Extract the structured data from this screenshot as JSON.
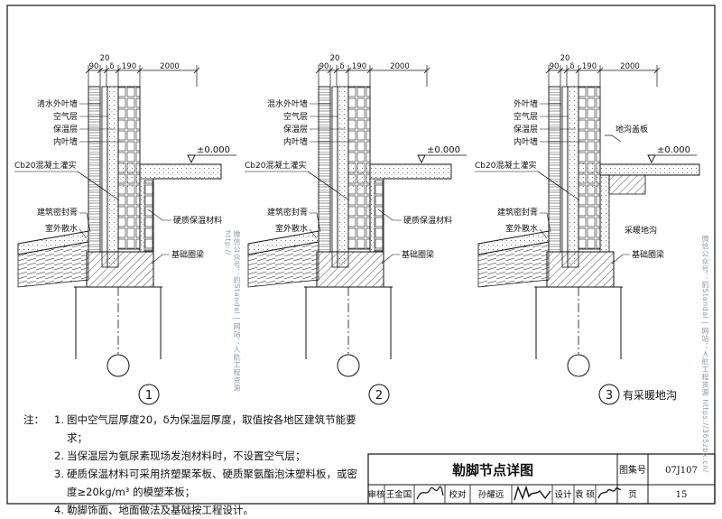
{
  "drawing": {
    "dims": {
      "d20": "20",
      "d90": "90",
      "dd": "δ",
      "d190": "190",
      "d2000": "2000"
    },
    "elevation": "±0.000",
    "details": [
      {
        "number": "1",
        "caption": "",
        "wall_layers": [
          "清水外叶墙",
          "空气层",
          "保温层",
          "内叶墙"
        ],
        "fill_label": "Cb20混凝土灌实",
        "sealant_label": "建筑密封膏",
        "apron_label": "室外散水",
        "insulation_label": "硬质保温材料",
        "ring_beam_label": "基础圈梁"
      },
      {
        "number": "2",
        "caption": "",
        "wall_layers": [
          "混水外叶墙",
          "空气层",
          "保温层",
          "内叶墙"
        ],
        "fill_label": "Cb20混凝土灌实",
        "sealant_label": "建筑密封膏",
        "apron_label": "室外散水",
        "insulation_label": "硬质保温材料",
        "ring_beam_label": "基础圈梁"
      },
      {
        "number": "3",
        "caption": "有采暖地沟",
        "wall_layers": [
          "外叶墙",
          "空气层",
          "保温层",
          "内叶墙"
        ],
        "fill_label": "Cb20混凝土灌实",
        "sealant_label": "建筑密封膏",
        "apron_label": "室外散水",
        "trench_cover_label": "地沟盖板",
        "trench_label": "采暖地沟",
        "ring_beam_label": "基础圈梁"
      }
    ]
  },
  "notes": {
    "lead": "注：",
    "items": [
      {
        "num": "1.",
        "text": "图中空气层厚度20，δ为保温层厚度，取值按各地区建筑节能要求；"
      },
      {
        "num": "2.",
        "text": "当保温层为氨尿素现场发泡材料时，不设置空气层；"
      },
      {
        "num": "3.",
        "text": "硬质保温材料可采用挤塑聚苯板、硬质聚氨酯泡沫塑料板，或密"
      },
      {
        "num": "",
        "text": "度≥20kg/m³ 的模塑苯板；"
      },
      {
        "num": "4.",
        "text": "勒脚饰面、地面做法及基础按工程设计。"
      }
    ]
  },
  "title_block": {
    "title": "勒脚节点详图",
    "set_label": "图集号",
    "set_no": "07J107",
    "review_label": "审核",
    "reviewer": "王金国",
    "check_label": "校对",
    "checker": "孙耀远",
    "design_label": "设计",
    "designer": "袁 硕",
    "page_label": "页",
    "page_no": "15"
  },
  "watermark": {
    "left": "微信公众号：豹Standal | 网站：人航工程资源 http://",
    "right": "微信公众号：豹Standal | 网站：人航工程资源 https://365zbx.cn/"
  }
}
